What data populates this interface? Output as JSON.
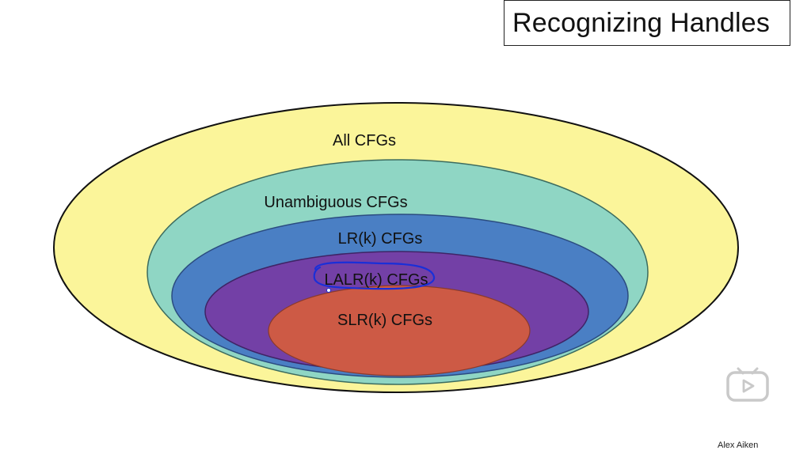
{
  "slide": {
    "title": "Recognizing Handles",
    "author": "Alex Aiken"
  },
  "diagram": {
    "sets": [
      {
        "label": "All CFGs",
        "color": "#fbf59a"
      },
      {
        "label": "Unambiguous CFGs",
        "color": "#8fd6c4"
      },
      {
        "label": "LR(k) CFGs",
        "color": "#4a7fc4"
      },
      {
        "label": "LALR(k) CFGs",
        "color": "#7340a6"
      },
      {
        "label": "SLR(k) CFGs",
        "color": "#cd5a45"
      }
    ]
  },
  "icons": {
    "watermark": "video-player-logo-icon"
  }
}
